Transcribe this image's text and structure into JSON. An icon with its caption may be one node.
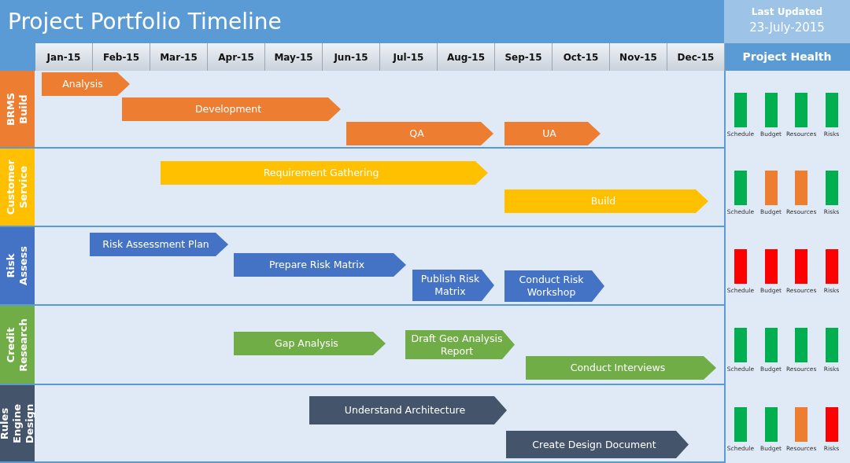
{
  "diagram": {
    "title": "Project Portfolio Timeline",
    "nodes": [
      {
        "text": [
          "BRMS Build"
        ]
      },
      {
        "text": [
          "Analysis"
        ],
        "in": 0
      },
      {
        "text": [
          "Development"
        ],
        "in": 0
      },
      {
        "text": [
          "QA"
        ],
        "in": 0
      },
      {
        "text": [
          "UA"
        ],
        "in": 0
      },
      {
        "text": [
          "Customer Service"
        ]
      },
      {
        "text": [
          "Requirement Gathering"
        ],
        "in": 5
      },
      {
        "text": [
          "Build"
        ],
        "in": 5
      },
      {
        "text": [
          "Risk Assess"
        ]
      },
      {
        "text": [
          "Risk Assessment Plan"
        ],
        "in": 8
      },
      {
        "text": [
          "Prepare Risk Matrix"
        ],
        "in": 8
      },
      {
        "text": [
          "Publish Risk Matrix"
        ],
        "in": 8
      },
      {
        "text": [
          "Conduct Risk Workshop"
        ],
        "in": 8
      },
      {
        "text": [
          "Credit Research"
        ]
      },
      {
        "text": [
          "Gap Analysis"
        ],
        "in": 13
      },
      {
        "text": [
          "Draft Geo Analysis Report"
        ],
        "in": 13
      },
      {
        "text": [
          "Conduct Interviews"
        ],
        "in": 13
      },
      {
        "text": [
          "Rules Engine Design"
        ]
      },
      {
        "text": [
          "Understand Architecture"
        ],
        "in": 17
      },
      {
        "text": [
          "Create Design Document"
        ],
        "in": 17
      },
      {
        "text": [],
        "shape": "bar",
        "beside": [
          "Schedule"
        ]
      },
      {
        "text": [],
        "shape": "bar",
        "beside": [
          "Budget"
        ]
      },
      {
        "text": [],
        "shape": "bar",
        "beside": [
          "Resources"
        ]
      },
      {
        "text": [],
        "shape": "bar",
        "beside": [
          "Risks"
        ]
      },
      {
        "text": [],
        "shape": "bar",
        "beside": [
          "Schedule"
        ]
      },
      {
        "text": [],
        "shape": "bar",
        "beside": [
          "Budget"
        ]
      },
      {
        "text": [],
        "shape": "bar",
        "beside": [
          "Resources"
        ]
      },
      {
        "text": [],
        "shape": "bar",
        "beside": [
          "Risks"
        ]
      },
      {
        "text": [],
        "shape": "bar",
        "beside": [
          "Schedule"
        ]
      },
      {
        "text": [],
        "shape": "bar",
        "beside": [
          "Budget"
        ]
      },
      {
        "text": [],
        "shape": "bar",
        "beside": [
          "Resources"
        ]
      },
      {
        "text": [],
        "shape": "bar",
        "beside": [
          "Risks"
        ]
      },
      {
        "text": [],
        "shape": "bar",
        "beside": [
          "Schedule"
        ]
      },
      {
        "text": [],
        "shape": "bar",
        "beside": [
          "Budget"
        ]
      },
      {
        "text": [],
        "shape": "bar",
        "beside": [
          "Resources"
        ]
      },
      {
        "text": [],
        "shape": "bar",
        "beside": [
          "Risks"
        ]
      },
      {
        "text": [],
        "shape": "bar",
        "beside": [
          "Schedule"
        ]
      },
      {
        "text": [],
        "shape": "bar",
        "beside": [
          "Budget"
        ]
      },
      {
        "text": [],
        "shape": "bar",
        "beside": [
          "Resources"
        ]
      },
      {
        "text": [],
        "shape": "bar",
        "beside": [
          "Risks"
        ]
      }
    ],
    "edges": [],
    "labels": [
      "Last Updated",
      "23-July-2015",
      "Jan-15",
      "Feb-15",
      "Mar-15",
      "Apr-15",
      "May-15",
      "Jun-15",
      "Jul-15",
      "Aug-15",
      "Sep-15",
      "Oct-15",
      "Nov-15",
      "Dec-15",
      "Project Health"
    ]
  }
}
